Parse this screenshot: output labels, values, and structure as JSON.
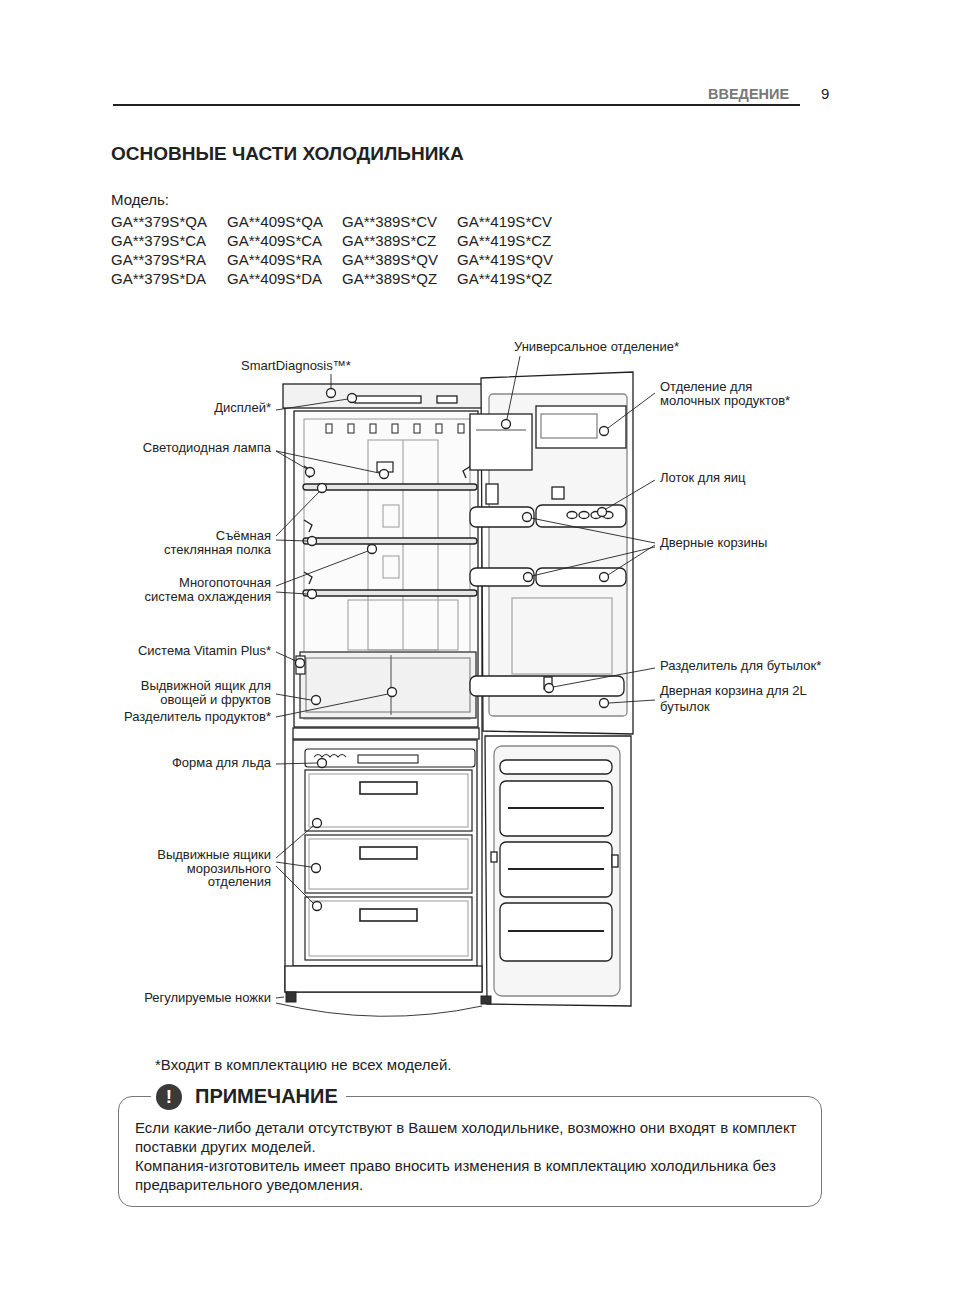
{
  "diagram": {
    "title": "ОСНОВНЫЕ ЧАСТИ ХОЛОДИЛЬНИКА",
    "nodes": [
      {
        "text": [
          "ПРИМЕЧАНИЕ",
          "Если какие-либо детали отсутствуют в Вашем холодильнике, возможно они входят в комплект поставки других моделей.",
          "Компания-изготовитель имеет право вносить изменения в комплектацию холодильника без предварительного уведомления."
        ]
      },
      {
        "text": [
          "!"
        ],
        "in": 0
      }
    ],
    "edges": [],
    "labels": [
      "ВВЕДЕНИЕ",
      "9",
      "Модель:",
      "GA**379S*QA",
      "GA**409S*QA",
      "GA**389S*CV",
      "GA**419S*CV",
      "GA**379S*CA",
      "GA**409S*CA",
      "GA**389S*CZ",
      "GA**419S*CZ",
      "GA**379S*RA",
      "GA**409S*RA",
      "GA**389S*QV",
      "GA**419S*QV",
      "GA**379S*DA",
      "GA**409S*DA",
      "GA**389S*QZ",
      "GA**419S*QZ",
      "Универсальное отделение*",
      "SmartDiagnosis™*",
      "Отделение для молочных продуктов*",
      "Дисплей*",
      "Светодиодная лампа",
      "Лоток для яиц",
      "Съёмная стеклянная полка",
      "Дверные корзины",
      "Многопоточная система охлаждения",
      "Система Vitamin Plus*",
      "Разделитель для бутылок*",
      "Выдвижной ящик для овощей и фруктов",
      "Дверная корзина для 2L бутылок",
      "Разделитель продуктов*",
      "Форма для льда",
      "Выдвижные ящики морозильного отделения",
      "Регулируемые ножки",
      "*Входит в комплектацию не всех моделей."
    ]
  }
}
